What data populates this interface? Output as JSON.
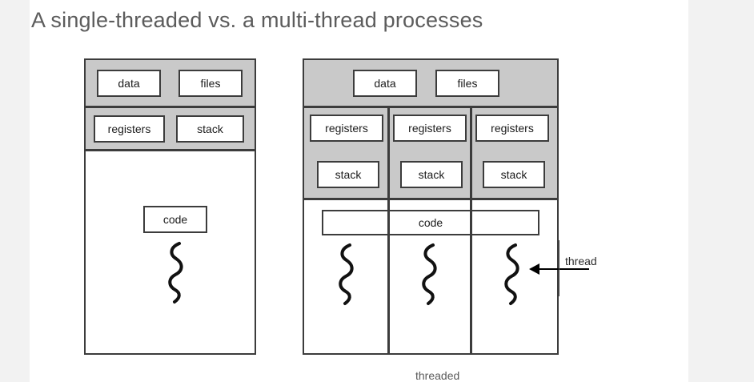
{
  "page": {
    "title": "A single-threaded vs. a multi-thread processes",
    "background_color": "#f2f2f2",
    "card_color": "#ffffff",
    "title_color": "#5c5c5c"
  },
  "colors": {
    "band_gray": "#c9c9c9",
    "stroke": "#3c3c3c",
    "text": "#1b1b1b",
    "arrow": "#000000"
  },
  "diagrams": {
    "single_threaded": {
      "shared_row_1": [
        "data",
        "files"
      ],
      "shared_row_2": [
        "registers",
        "stack"
      ],
      "code_label": "code",
      "thread_count": 1
    },
    "multi_threaded": {
      "shared_row_1": [
        "data",
        "files"
      ],
      "columns": [
        {
          "registers": "registers",
          "stack": "stack"
        },
        {
          "registers": "registers",
          "stack": "stack"
        },
        {
          "registers": "registers",
          "stack": "stack"
        }
      ],
      "code_label": "code",
      "thread_count": 3,
      "annotation": "thread"
    }
  },
  "caption": {
    "text": "threaded"
  }
}
